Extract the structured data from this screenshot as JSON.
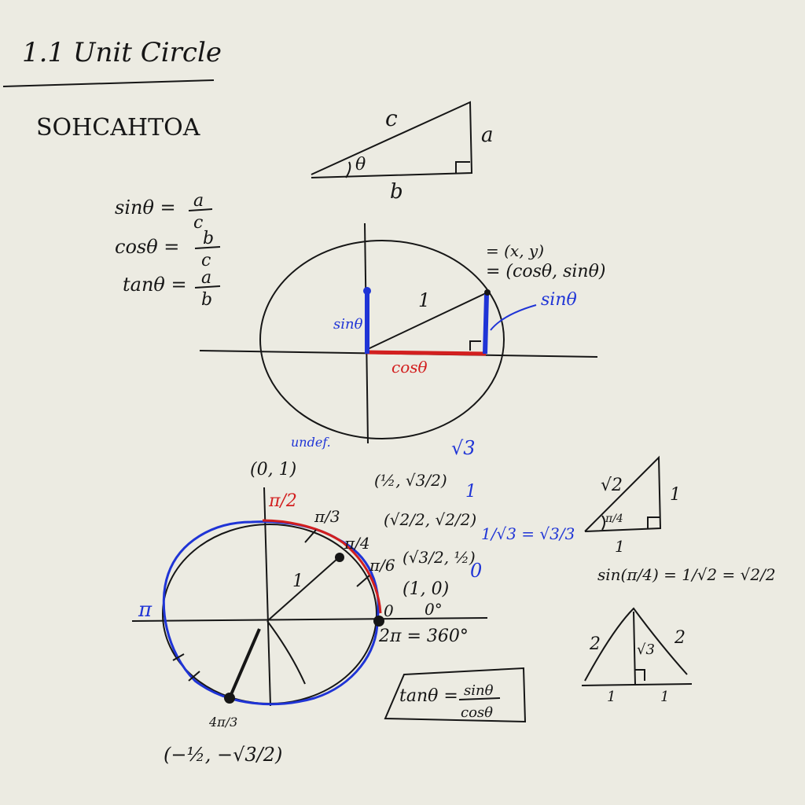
{
  "page": {
    "title": "1.1   Unit Circle",
    "mnemonic": "SOHCAHTOA"
  },
  "triangle": {
    "hyp": "c",
    "opp": "a",
    "adj": "b",
    "angle": "θ"
  },
  "ratios": {
    "sin": "sinθ =",
    "sin_num": "a",
    "sin_den": "c",
    "cos": "cosθ =",
    "cos_num": "b",
    "cos_den": "c",
    "tan": "tanθ =",
    "tan_num": "a",
    "tan_den": "b"
  },
  "unit_circle": {
    "radius": "1",
    "point_xy": "= (x, y)",
    "point_trig": "= (cosθ, sinθ)",
    "sin_label": "sinθ",
    "sin_label_right": "sinθ",
    "cos_label": "cosθ"
  },
  "lower_circle": {
    "top_coord": "(0, 1)",
    "undef": "undef.",
    "pi_over_2": "π/2",
    "pi_over_3": "π/3",
    "pi_over_4": "π/4",
    "pi_over_6": "π/6",
    "pi": "π",
    "zero": "0",
    "zero_deg": "0°",
    "two_pi": "2π = 360°",
    "radius": "1",
    "four_pi_3": "4π/3",
    "coord_pi3": "(½, √3/2)",
    "coord_pi4": "(√2/2, √2/2)",
    "coord_pi6": "(√3/2, ½)",
    "coord_0": "(1, 0)",
    "coord_4pi3": "(−½, −√3/2)",
    "tan_sqrt3": "√3",
    "tan_1": "1",
    "tan_inv_sqrt3": "1/√3 = √3/3",
    "tan_0": "0"
  },
  "identity_box": {
    "lhs": "tanθ =",
    "num": "sinθ",
    "den": "cosθ"
  },
  "tri_45": {
    "hyp": "√2",
    "side": "1",
    "base": "1",
    "angle": "π/4",
    "equation": "sin(π/4) = 1/√2 = √2/2"
  },
  "tri_60": {
    "left": "2",
    "right": "2",
    "height": "√3",
    "base_left": "1",
    "base_right": "1"
  },
  "colors": {
    "ink": "#161616",
    "blue": "#1f34d6",
    "red": "#d21f1f",
    "paper": "#ecebe2"
  }
}
